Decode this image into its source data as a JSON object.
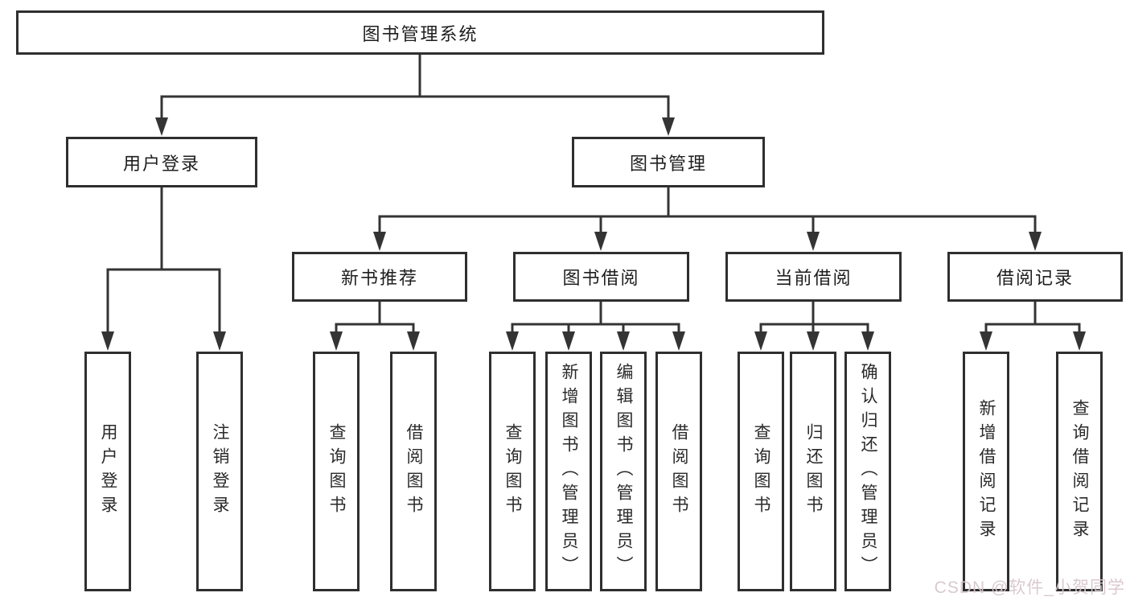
{
  "nodes": {
    "root": "图书管理系统",
    "level2": [
      "用户登录",
      "图书管理"
    ],
    "level3": [
      "新书推荐",
      "图书借阅",
      "当前借阅",
      "借阅记录"
    ],
    "leaves": {
      "user_login": [
        "用户登录",
        "注销登录"
      ],
      "new_book": [
        "查询图书",
        "借阅图书"
      ],
      "book_borrow": [
        "查询图书",
        "新增图书（管理员）",
        "编辑图书（管理员）",
        "借阅图书"
      ],
      "current_borrow": [
        "查询图书",
        "归还图书",
        "确认归还（管理员）"
      ],
      "borrow_record": [
        "新增借阅记录",
        "查询借阅记录"
      ]
    }
  },
  "watermark": "CSDN @软件_小贺同学",
  "colors": {
    "line": "#343434",
    "box_border": "#2f2f2f",
    "text": "#1e1e1e",
    "watermark": "#d7c7cd",
    "background": "#ffffff"
  }
}
